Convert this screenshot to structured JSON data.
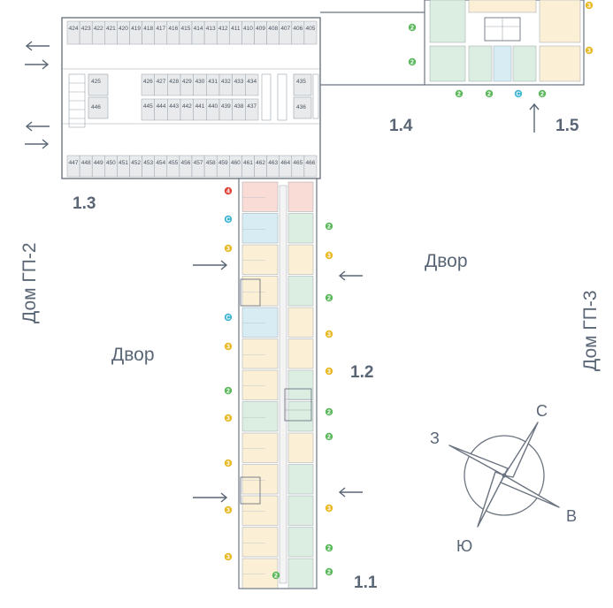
{
  "sections": {
    "s11": "1.1",
    "s12": "1.2",
    "s13": "1.3",
    "s14": "1.4",
    "s15": "1.5"
  },
  "yards": {
    "left": "Двор",
    "right": "Двор"
  },
  "houses": {
    "left": "Дом ГП-2",
    "right": "Дом ГП-3"
  },
  "compass": {
    "north": "С",
    "east": "В",
    "south": "Ю",
    "west": "З"
  },
  "colors": {
    "green": "#5cb85c",
    "yellow": "#e8b923",
    "cyan": "#3fb6d3",
    "red": "#e0463a",
    "unit_fill": "#e9eaeb",
    "wall": "#6b7480"
  },
  "commercial": {
    "top_units": [
      "424",
      "423",
      "422",
      "421",
      "420",
      "419",
      "418",
      "417",
      "416",
      "415",
      "414",
      "413",
      "412",
      "411",
      "410",
      "409",
      "408",
      "407",
      "406",
      "405"
    ],
    "mid_units_a": [
      "426",
      "427",
      "428",
      "429",
      "430",
      "431",
      "432",
      "433",
      "434"
    ],
    "mid_units_b": [
      "445",
      "444",
      "443",
      "442",
      "441",
      "440",
      "439",
      "438",
      "437"
    ],
    "left_units": [
      "425",
      "446"
    ],
    "right_units": [
      "435",
      "436"
    ],
    "bottom_units": [
      "447",
      "448",
      "449",
      "450",
      "451",
      "452",
      "453",
      "454",
      "455",
      "456",
      "457",
      "458",
      "459",
      "460",
      "461",
      "462",
      "463",
      "464",
      "465",
      "466"
    ]
  },
  "badges_left": [
    "4",
    "С",
    "3",
    "С",
    "3",
    "2",
    "3",
    "3",
    "3",
    "3"
  ],
  "badges_right": [
    "2",
    "3",
    "2",
    "3",
    "3",
    "2",
    "2",
    "3",
    "2",
    "2"
  ],
  "badges_bottom": [
    "2"
  ],
  "badges_top_left": [
    "2",
    "2"
  ],
  "badges_top_bottom": [
    "2",
    "2",
    "С",
    "2"
  ],
  "badges_top_right": [
    "3",
    "3"
  ]
}
